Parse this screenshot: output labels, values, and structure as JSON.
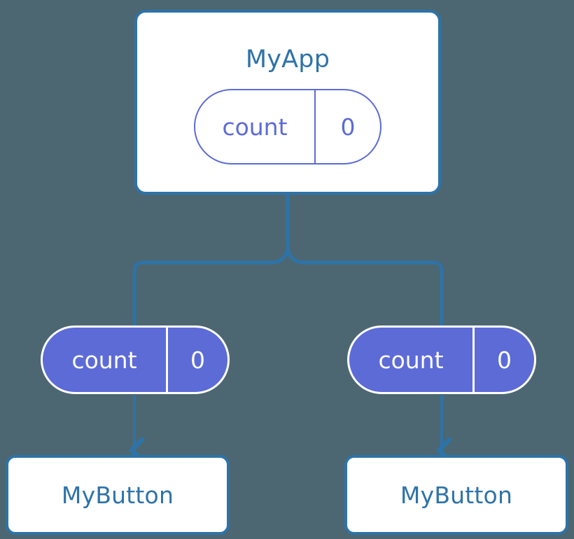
{
  "diagram": {
    "type": "component-state-tree",
    "background_color": "#4c6771",
    "palette": {
      "component_border": "#2e73a8",
      "component_text": "#2e73a8",
      "component_fill": "#ffffff",
      "state_accent": "#5c6bd6",
      "state_text_on_fill": "#ffffff",
      "connector": "#2e73a8"
    },
    "root": {
      "title": "MyApp",
      "state": {
        "key": "count",
        "value": "0"
      }
    },
    "state_pills": [
      {
        "key": "count",
        "value": "0"
      },
      {
        "key": "count",
        "value": "0"
      }
    ],
    "leaves": [
      {
        "title": "MyButton"
      },
      {
        "title": "MyButton"
      }
    ],
    "connectors": {
      "root_to_branch": "vertical line from MyApp down to a two-way branch",
      "branch_to_pills": "rounded elbows into left and right state pills",
      "pill_to_leaf": "downward arrow into each MyButton"
    }
  }
}
